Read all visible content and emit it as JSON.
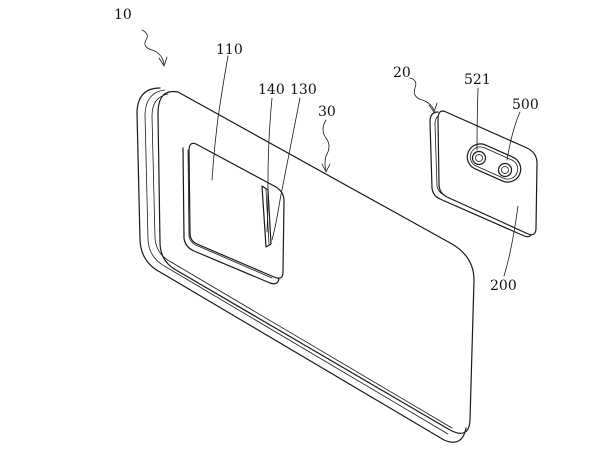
{
  "figure": {
    "labels": {
      "assembly": "10",
      "module": "20",
      "housing": "30",
      "recess": "110",
      "opening": "130",
      "edge": "140",
      "camera_body": "200",
      "lens_group": "500",
      "lens": "521"
    },
    "line_color": "#1a1a1a",
    "background": "#ffffff"
  }
}
